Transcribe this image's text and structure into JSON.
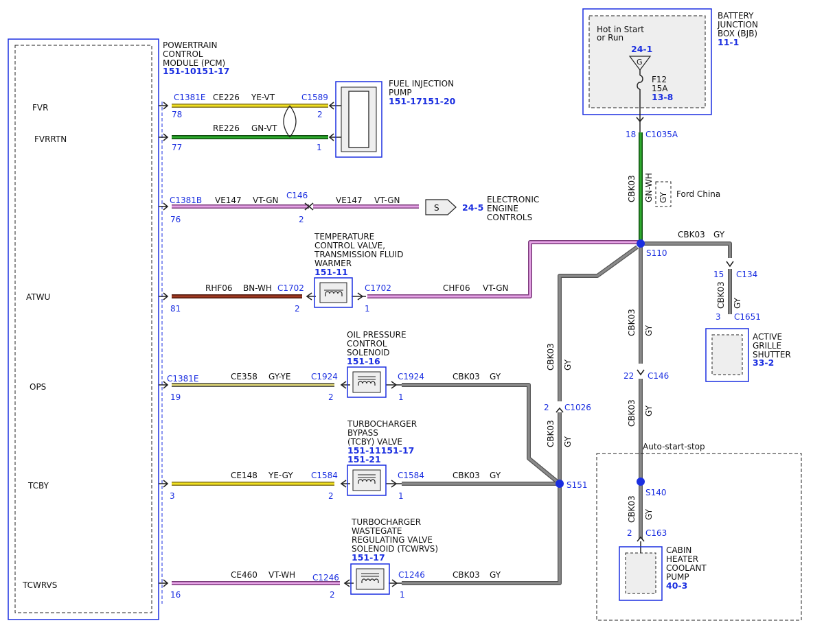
{
  "pcm": {
    "title": [
      "POWERTRAIN",
      "CONTROL",
      "MODULE (PCM)"
    ],
    "ref": "151-10151-17",
    "pins": [
      "FVR",
      "FVRRTN",
      "ATWU",
      "OPS",
      "TCBY",
      "TCWRVS"
    ]
  },
  "bjb": {
    "title": [
      "BATTERY",
      "JUNCTION",
      "BOX (BJB)"
    ],
    "ref": "11-1",
    "hot_text": [
      "Hot in Start",
      "or Run"
    ],
    "hot_ref": "24-1",
    "ground_letter": "G",
    "fuse_name": "F12",
    "fuse_rating": "15A",
    "fuse_ref": "13-8"
  },
  "components": {
    "fuel_pump": {
      "title": [
        "FUEL INJECTION",
        "PUMP"
      ],
      "ref": "151-17151-20"
    },
    "eec": {
      "title": [
        "ELECTRONIC",
        "ENGINE",
        "CONTROLS"
      ],
      "ref": "24-5",
      "splice_letter": "S"
    },
    "tcv": {
      "title": [
        "TEMPERATURE",
        "CONTROL VALVE,",
        "TRANSMISSION FLUID",
        "WARMER"
      ],
      "ref": "151-11"
    },
    "ops": {
      "title": [
        "OIL PRESSURE",
        "CONTROL",
        "SOLENOID"
      ],
      "ref": "151-16"
    },
    "tcby": {
      "title": [
        "TURBOCHARGER",
        "BYPASS",
        "(TCBY) VALVE"
      ],
      "ref": "151-11151-17",
      "ref2": "151-21"
    },
    "tcwrvs": {
      "title": [
        "TURBOCHARGER",
        "WASTEGATE",
        "REGULATING VALVE",
        "SOLENOID (TCWRVS)"
      ],
      "ref": "151-17"
    },
    "ags": {
      "title": [
        "ACTIVE",
        "GRILLE",
        "SHUTTER"
      ],
      "ref": "33-2"
    },
    "chcp": {
      "title": [
        "CABIN",
        "HEATER",
        "COOLANT",
        "PUMP"
      ],
      "ref": "40-3"
    }
  },
  "wires": {
    "fvr": {
      "circuit": "CE226",
      "color": "YE-VT",
      "c_left": "C1381E",
      "pin_left": "78",
      "c_right": "C1589",
      "pin_right": "2"
    },
    "fvrrtn": {
      "circuit": "RE226",
      "color": "GN-VT",
      "pin_left": "77",
      "pin_right": "1"
    },
    "ve147_a": {
      "circuit": "VE147",
      "color": "VT-GN",
      "c_left": "C1381B",
      "pin_left": "76",
      "c_right": "C146",
      "pin_right": "2"
    },
    "ve147_b": {
      "circuit": "VE147",
      "color": "VT-GN"
    },
    "atwu": {
      "circuit": "RHF06",
      "color": "BN-WH",
      "c_right": "C1702",
      "pin_left": "81",
      "pin_right": "2"
    },
    "chf06": {
      "circuit": "CHF06",
      "color": "VT-GN",
      "c_left": "C1702",
      "pin_left": "1"
    },
    "ops_w": {
      "circuit": "CE358",
      "color": "GY-YE",
      "c_left": "C1381E",
      "pin_left": "19",
      "c_right": "C1924",
      "pin_right": "2"
    },
    "ops_g": {
      "circuit": "CBK03",
      "color": "GY",
      "c_left": "C1924",
      "pin_left": "1"
    },
    "tcby_w": {
      "circuit": "CE148",
      "color": "YE-GY",
      "pin_left": "3",
      "c_right": "C1584",
      "pin_right": "2"
    },
    "tcby_g": {
      "circuit": "CBK03",
      "color": "GY",
      "c_left": "C1584",
      "pin_left": "1"
    },
    "tcwrvs_w": {
      "circuit": "CE460",
      "color": "VT-WH",
      "pin_left": "16",
      "c_right": "C1246",
      "pin_right": "2"
    },
    "tcwrvs_g": {
      "circuit": "CBK03",
      "color": "GY",
      "c_left": "C1246",
      "pin_left": "1"
    },
    "feed": {
      "circuit": "CBK03",
      "color": "GN-WH",
      "color_alt": "GY",
      "note": "Ford China",
      "connector": "C1035A",
      "pin": "18"
    },
    "to_ags": {
      "circuit": "CBK03",
      "color": "GY",
      "c1": "C134",
      "pin1": "15",
      "c2": "C1651",
      "pin2": "3"
    },
    "main_down": {
      "circuit": "CBK03",
      "color": "GY",
      "c": "C146",
      "pin": "22"
    },
    "to_s151": {
      "circuit": "CBK03",
      "color": "GY",
      "c": "C1026",
      "pin": "2"
    },
    "to_chcp": {
      "circuit": "CBK03",
      "color": "GY",
      "c": "C163",
      "pin": "2"
    }
  },
  "splices": [
    "S110",
    "S151",
    "S140"
  ],
  "auto_start_stop": "Auto-start-stop",
  "colors": {
    "outline_blue": "#1a2ee0",
    "gray_wire": "#6e6e6e",
    "green_wire": "#1f8a1f",
    "violet_wire": "#d982d9",
    "yellow_wire": "#e6d21e",
    "brown_wire": "#8b2a1a",
    "component_fill": "#eeeeee"
  }
}
